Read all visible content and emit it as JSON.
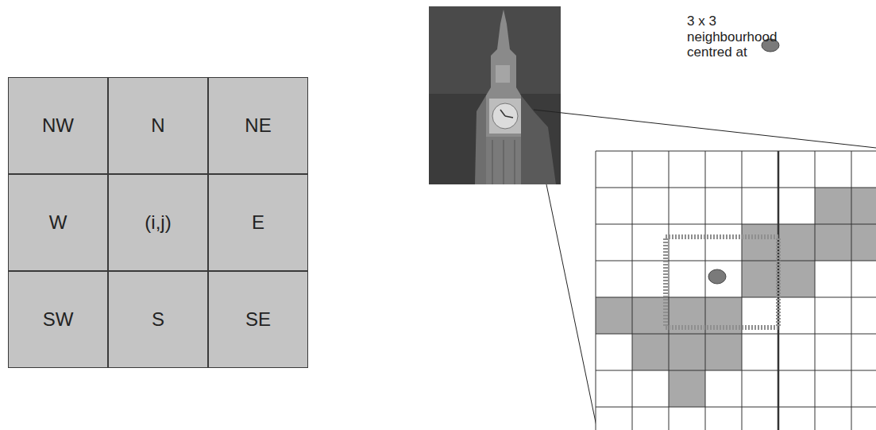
{
  "diagram": {
    "nodes": [
      {
        "text": [
          "NW"
        ]
      },
      {
        "text": [
          "N"
        ]
      },
      {
        "text": [
          "NE"
        ]
      },
      {
        "text": [
          "W"
        ]
      },
      {
        "text": [
          "(i,j)"
        ]
      },
      {
        "text": [
          "E"
        ]
      },
      {
        "text": [
          "SW"
        ]
      },
      {
        "text": [
          "S"
        ]
      },
      {
        "text": [
          "SE"
        ]
      }
    ],
    "labels": [
      "3 x 3 neighbourhood centred at"
    ]
  }
}
